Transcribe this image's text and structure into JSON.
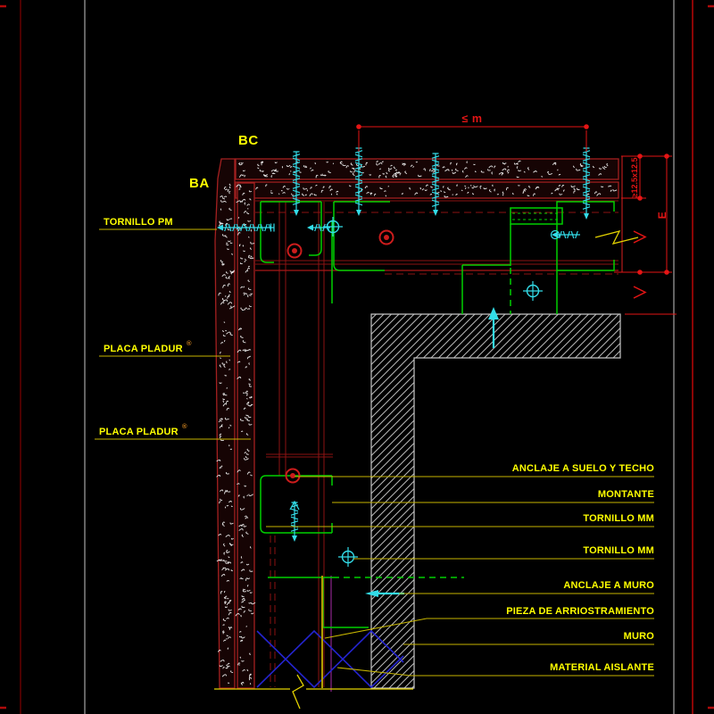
{
  "colors": {
    "background": "#000000",
    "label_text": "#ffff00",
    "leader_line": "#c6b500",
    "dimension_red": "#e41515",
    "structure_red": "#8c1212",
    "profile_green": "#00cf00",
    "fastener_cyan": "#33dce8",
    "insulation_blue": "#2424cf",
    "wall_hatch_gray": "#c6c6c6",
    "registered_mark": "#d0831f"
  },
  "annotations": {
    "bc": "BC",
    "ba": "BA",
    "tornillo_pm": "TORNILLO PM",
    "placa_pladur_upper": "PLACA PLADUR",
    "placa_pladur_lower": "PLACA PLADUR",
    "registered": "®",
    "anclaje_suelo_techo": "ANCLAJE A SUELO Y TECHO",
    "montante": "MONTANTE",
    "tornillo_mm_upper": "TORNILLO MM",
    "tornillo_mm_lower": "TORNILLO MM",
    "anclaje_muro": "ANCLAJE A MURO",
    "pieza_arriostramiento": "PIEZA DE ARRIOSTRAMIENTO",
    "muro": "MURO",
    "material_aislante": "MATERIAL AISLANTE"
  },
  "dimensions": {
    "top_span": "≤ m",
    "board_thickness": "≥12.5x12.5",
    "wall_height": "E"
  }
}
